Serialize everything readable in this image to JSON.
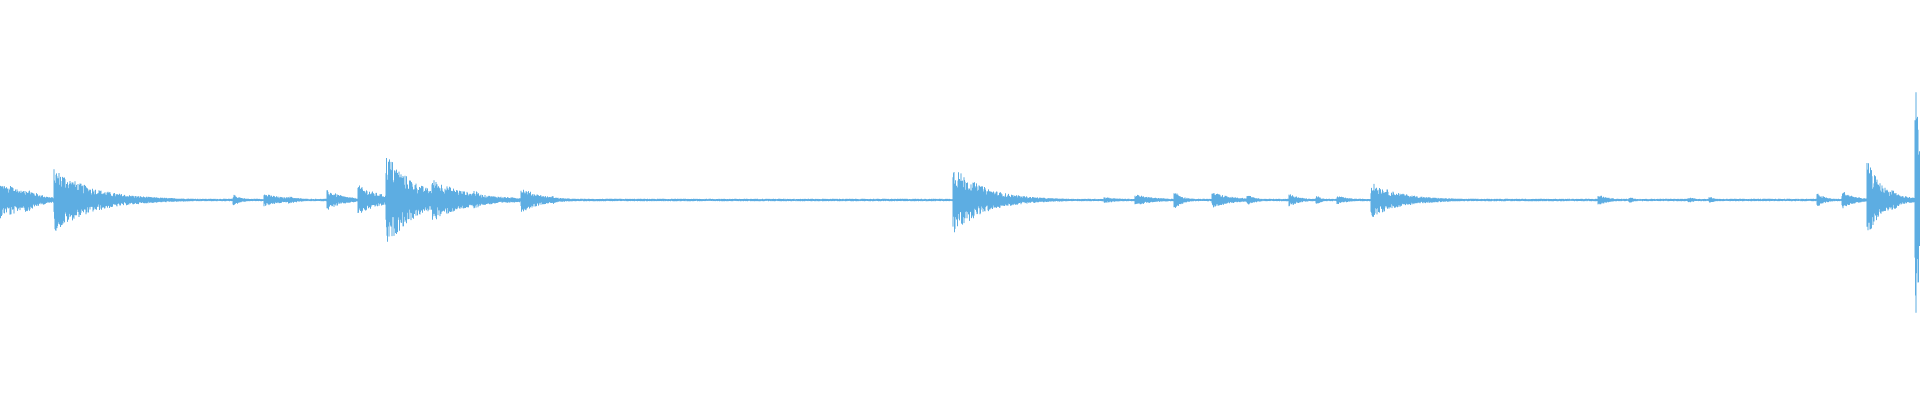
{
  "waveform": {
    "color": "#5dade2",
    "peak_amplitude": 1.0,
    "bursts": [
      {
        "t": 0.0,
        "amp": 0.15,
        "decay": 0.01
      },
      {
        "t": 0.006,
        "amp": 0.13,
        "decay": 0.01
      },
      {
        "t": 0.014,
        "amp": 0.1,
        "decay": 0.008
      },
      {
        "t": 0.029,
        "amp": 0.26,
        "decay": 0.02
      },
      {
        "t": 0.122,
        "amp": 0.04,
        "decay": 0.004
      },
      {
        "t": 0.138,
        "amp": 0.05,
        "decay": 0.01
      },
      {
        "t": 0.15,
        "amp": 0.03,
        "decay": 0.006
      },
      {
        "t": 0.171,
        "amp": 0.08,
        "decay": 0.008
      },
      {
        "t": 0.187,
        "amp": 0.12,
        "decay": 0.012
      },
      {
        "t": 0.202,
        "amp": 0.38,
        "decay": 0.015
      },
      {
        "t": 0.226,
        "amp": 0.17,
        "decay": 0.018
      },
      {
        "t": 0.247,
        "amp": 0.08,
        "decay": 0.006
      },
      {
        "t": 0.272,
        "amp": 0.1,
        "decay": 0.01
      },
      {
        "t": 0.288,
        "amp": 0.03,
        "decay": 0.003
      },
      {
        "t": 0.497,
        "amp": 0.28,
        "decay": 0.016
      },
      {
        "t": 0.52,
        "amp": 0.03,
        "decay": 0.004
      },
      {
        "t": 0.576,
        "amp": 0.02,
        "decay": 0.008
      },
      {
        "t": 0.592,
        "amp": 0.04,
        "decay": 0.01
      },
      {
        "t": 0.612,
        "amp": 0.07,
        "decay": 0.004
      },
      {
        "t": 0.632,
        "amp": 0.06,
        "decay": 0.01
      },
      {
        "t": 0.65,
        "amp": 0.04,
        "decay": 0.004
      },
      {
        "t": 0.672,
        "amp": 0.05,
        "decay": 0.005
      },
      {
        "t": 0.686,
        "amp": 0.03,
        "decay": 0.003
      },
      {
        "t": 0.697,
        "amp": 0.03,
        "decay": 0.006
      },
      {
        "t": 0.715,
        "amp": 0.14,
        "decay": 0.015
      },
      {
        "t": 0.735,
        "amp": 0.03,
        "decay": 0.004
      },
      {
        "t": 0.833,
        "amp": 0.04,
        "decay": 0.005
      },
      {
        "t": 0.849,
        "amp": 0.02,
        "decay": 0.003
      },
      {
        "t": 0.88,
        "amp": 0.02,
        "decay": 0.003
      },
      {
        "t": 0.891,
        "amp": 0.02,
        "decay": 0.003
      },
      {
        "t": 0.947,
        "amp": 0.05,
        "decay": 0.004
      },
      {
        "t": 0.96,
        "amp": 0.07,
        "decay": 0.006
      },
      {
        "t": 0.973,
        "amp": 0.31,
        "decay": 0.008
      },
      {
        "t": 0.986,
        "amp": 0.09,
        "decay": 0.004
      },
      {
        "t": 0.998,
        "amp": 1.0,
        "decay": 0.004
      }
    ]
  }
}
